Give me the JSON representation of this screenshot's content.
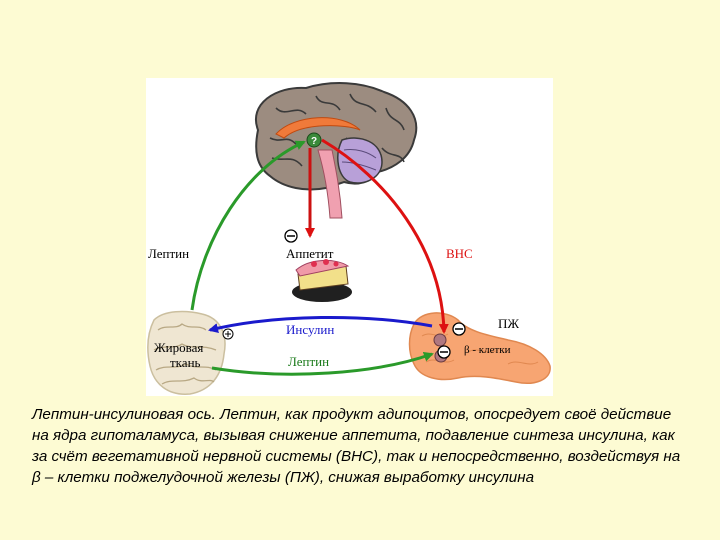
{
  "diagram": {
    "labels": {
      "leptin_left": "Лептин",
      "appetite": "Аппетит",
      "vns": "ВНС",
      "pancreas": "ПЖ",
      "insulin": "Инсулин",
      "leptin_bottom": "Лептин",
      "fat_tissue_line1": "Жировая",
      "fat_tissue_line2": "ткань",
      "beta_cells": "β - клетки",
      "question_mark": "?",
      "minus": "−",
      "plus": "+"
    },
    "colors": {
      "leptin_arrow": "#2a9a2a",
      "vns_arrow": "#dd1111",
      "insulin_arrow": "#1a1acc",
      "appetite_arrow": "#cc1111",
      "vns_label": "#dd1111",
      "insulin_label": "#1a1acc",
      "leptin_label": "#1a7a1a",
      "pancreas": "#f7a572",
      "brain": "#9c8c80"
    }
  },
  "caption": {
    "text": "Лептин-инсулиновая ось. Лептин, как продукт адипоцитов, опосредует своё действие на ядра гипоталамуса, вызывая снижение аппетита, подавление синтеза инсулина, как за счёт вегетативной нервной системы (ВНС), так и непосредственно, воздействуя на β – клетки поджелудочной железы (ПЖ), снижая выработку инсулина"
  }
}
